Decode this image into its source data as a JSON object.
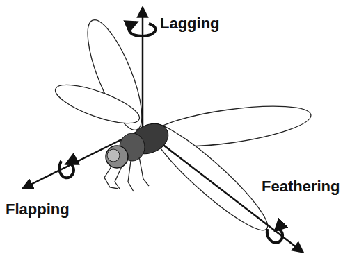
{
  "diagram": {
    "labels": [
      "Lagging",
      "Flapping",
      "Feathering"
    ]
  }
}
